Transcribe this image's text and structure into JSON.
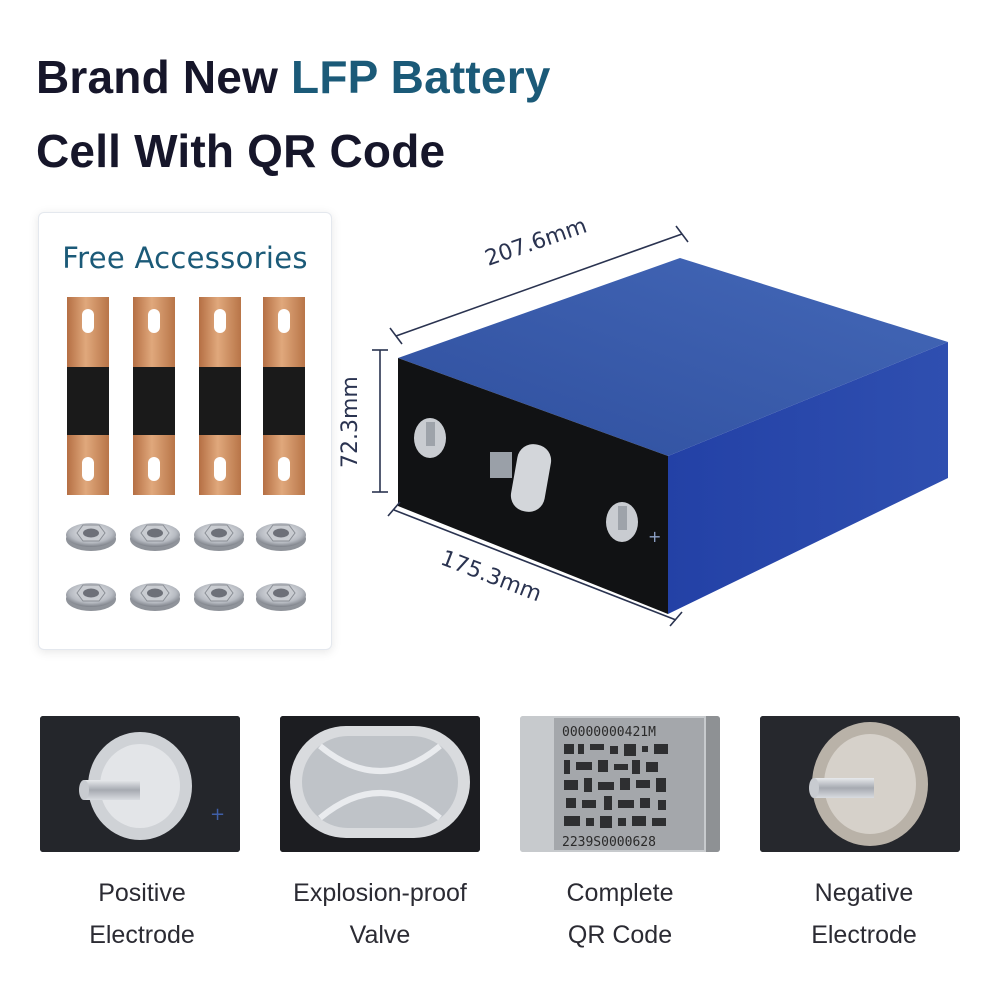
{
  "headline": {
    "line1_prefix": "Brand New ",
    "line1_accent": "LFP Battery",
    "line2": "Cell With QR Code"
  },
  "accessories": {
    "title": "Free Accessories",
    "busbar_count": 4,
    "nut_count": 8
  },
  "dimensions": {
    "length": "207.6mm",
    "height": "72.3mm",
    "width": "175.3mm"
  },
  "details": [
    {
      "line1": "Positive",
      "line2": "Electrode"
    },
    {
      "line1": "Explosion-proof",
      "line2": "Valve"
    },
    {
      "line1": "Complete",
      "line2": "QR Code"
    },
    {
      "line1": "Negative",
      "line2": "Electrode"
    }
  ],
  "qr": {
    "top_code": "00000000421M",
    "bottom_code": "2239S0000628"
  },
  "colors": {
    "accent": "#1b5a78",
    "cell_blue": "#3656a8",
    "copper": "#c98a5c"
  }
}
